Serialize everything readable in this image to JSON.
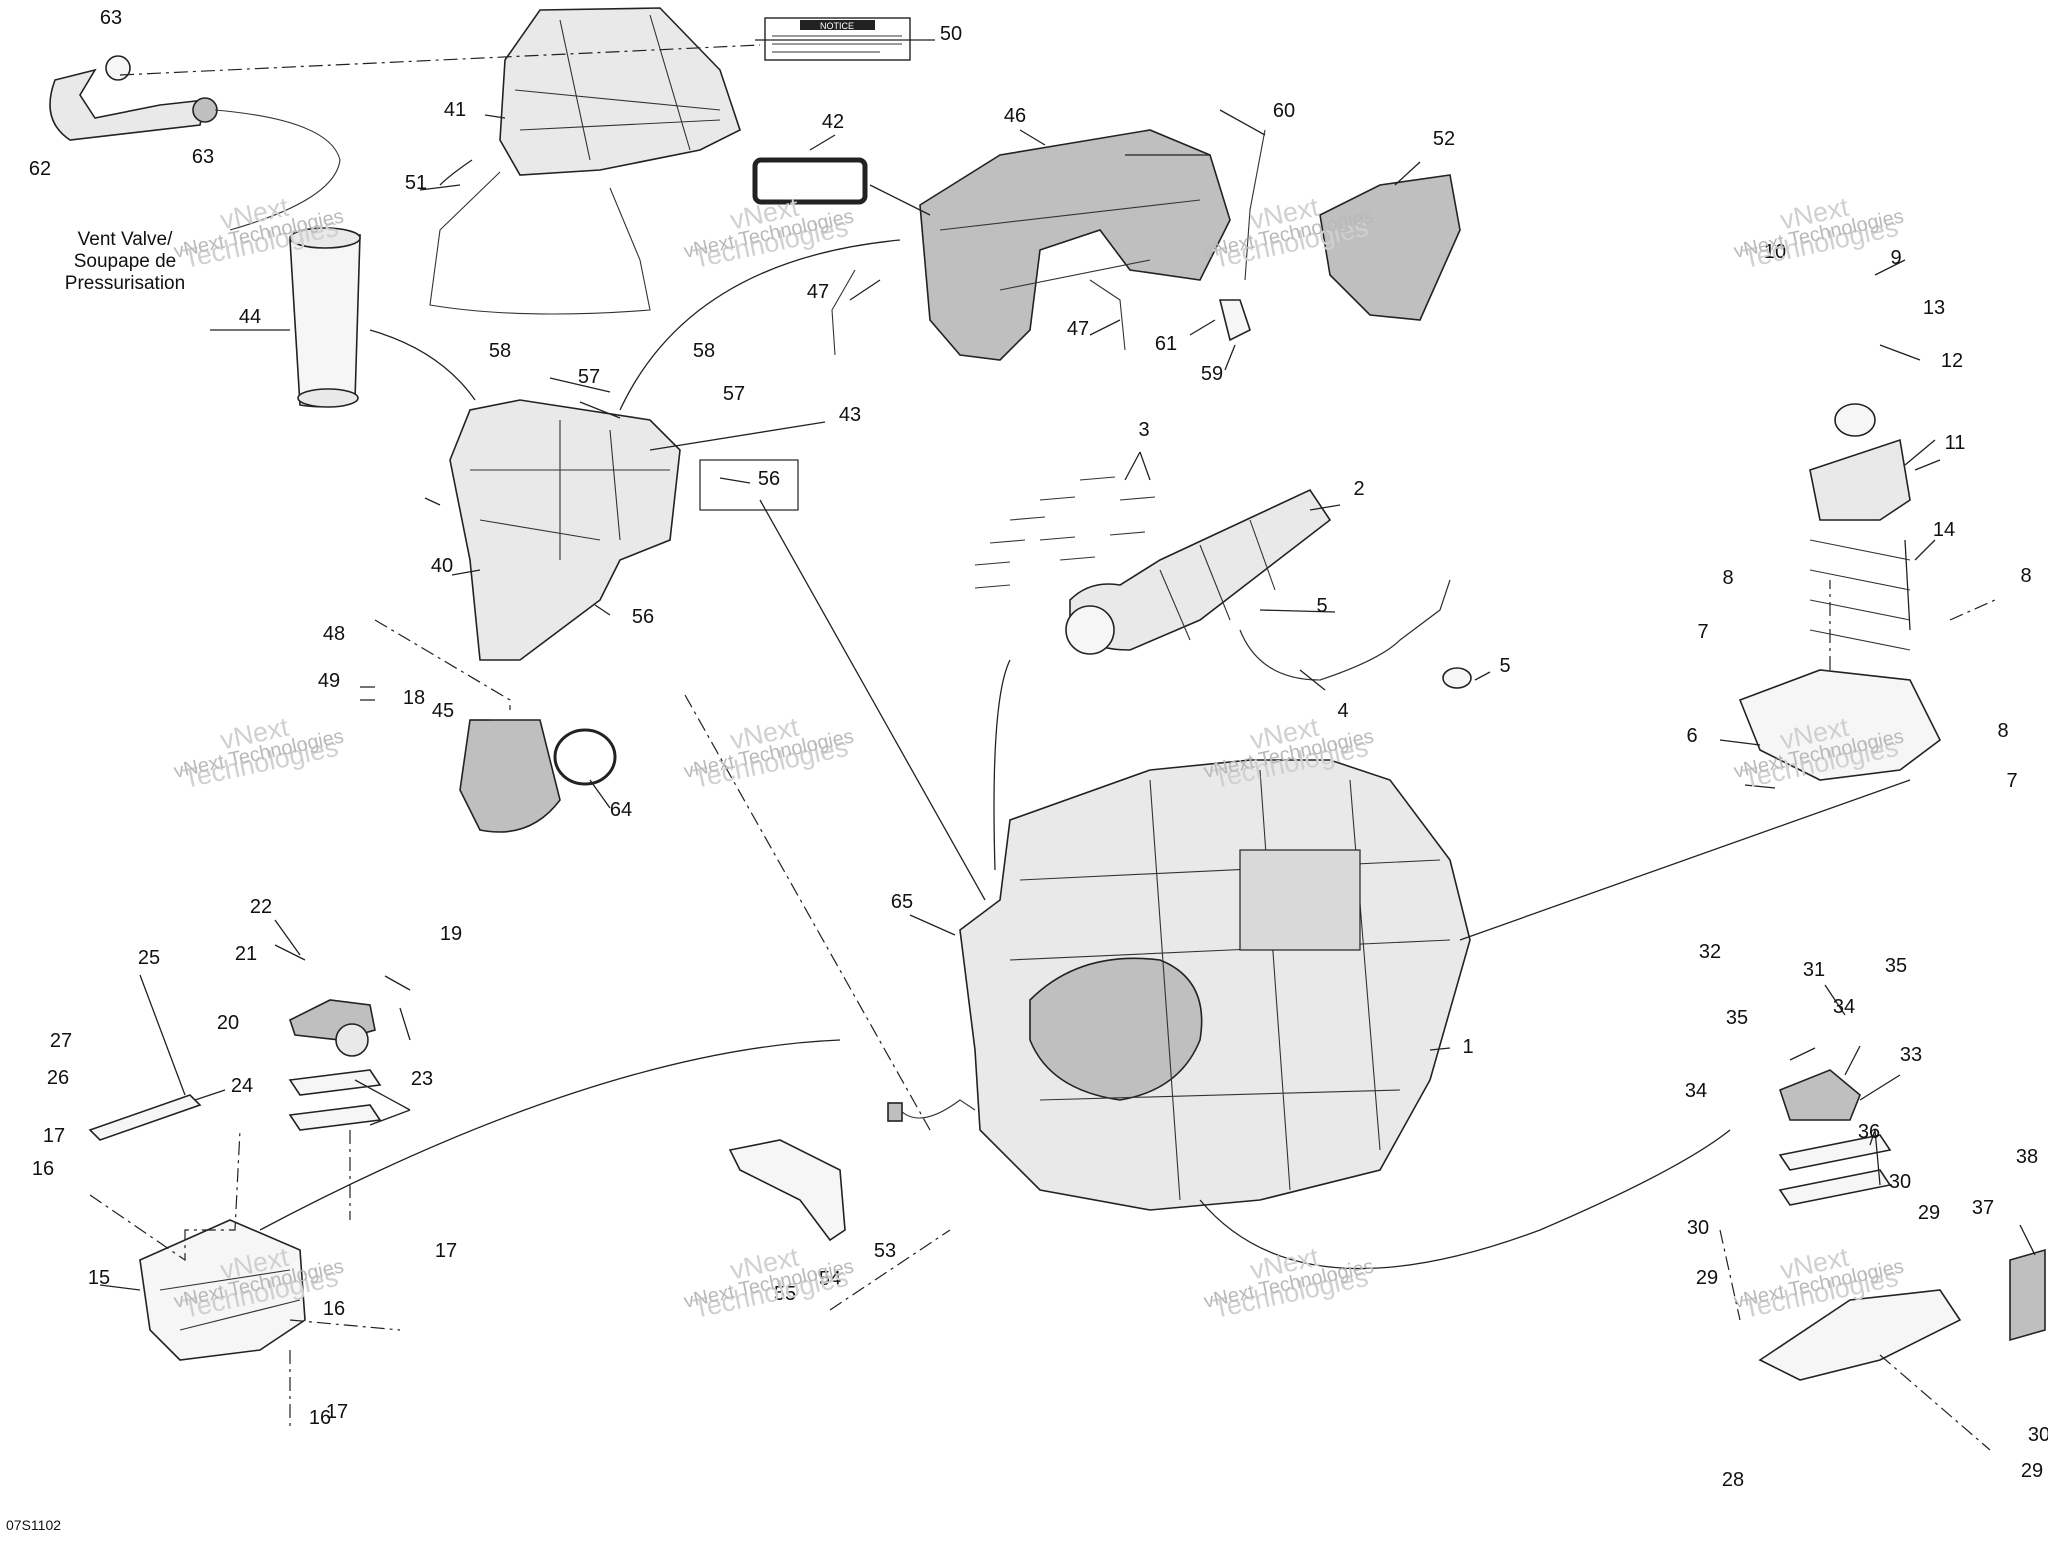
{
  "diagram": {
    "callouts": [
      "1",
      "2",
      "3",
      "4",
      "5",
      "5",
      "6",
      "7",
      "7",
      "8",
      "8",
      "8",
      "9",
      "10",
      "11",
      "12",
      "13",
      "14",
      "15",
      "16",
      "16",
      "16",
      "17",
      "17",
      "17",
      "18",
      "19",
      "20",
      "21",
      "22",
      "23",
      "24",
      "25",
      "26",
      "27",
      "28",
      "29",
      "29",
      "29",
      "30",
      "30",
      "30",
      "31",
      "32",
      "33",
      "34",
      "34",
      "35",
      "35",
      "36",
      "37",
      "38",
      "40",
      "41",
      "42",
      "43",
      "44",
      "45",
      "46",
      "47",
      "47",
      "48",
      "49",
      "50",
      "51",
      "52",
      "53",
      "54",
      "55",
      "56",
      "56",
      "57",
      "57",
      "58",
      "58",
      "59",
      "60",
      "61",
      "62",
      "63",
      "63",
      "64",
      "65"
    ],
    "vent_label": [
      "Vent Valve/",
      "Soupape de",
      "Pressurisation"
    ],
    "notice_label": "NOTICE",
    "watermark": [
      "vNext Technologies",
      "vNext",
      "Technologies"
    ],
    "code_label": "07S1102"
  }
}
